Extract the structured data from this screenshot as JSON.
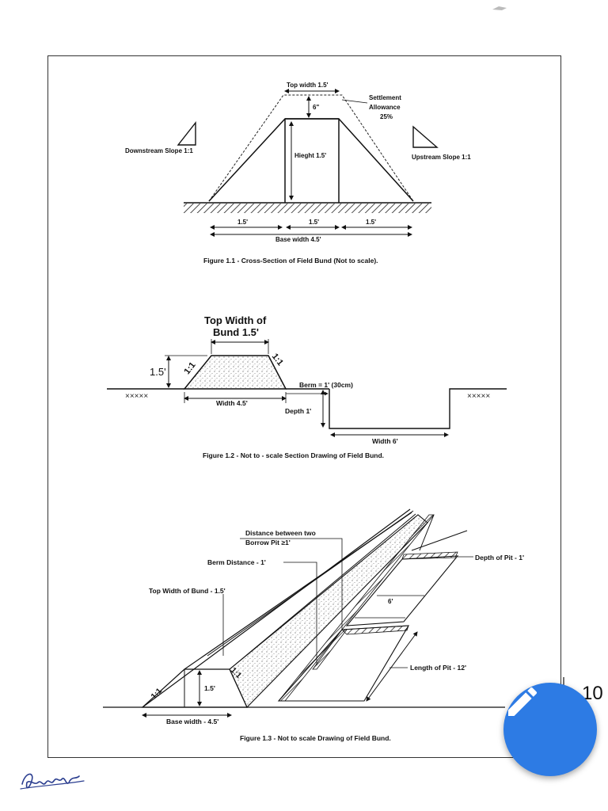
{
  "document": {
    "page_number": "10",
    "figure1": {
      "top_width": "Top width 1.5'",
      "six_inch": "6\"",
      "settlement_1": "Settlement",
      "settlement_2": "Allowance",
      "settlement_3": "25%",
      "downstream_slope": "Downstream Slope 1:1",
      "upstream_slope": "Upstream Slope 1:1",
      "height": "Hieght 1.5'",
      "seg1": "1.5'",
      "seg2": "1.5'",
      "seg3": "1.5'",
      "base_width": "Base width 4.5'",
      "caption": "Figure 1.1 - Cross-Section of Field Bund (Not to scale)."
    },
    "figure2": {
      "top_width_1": "Top Width of",
      "top_width_2": "Bund 1.5'",
      "height": "1.5'",
      "slope_left": "1:1",
      "slope_right": "1:1",
      "berm": "Berm = 1' (30cm)",
      "width": "Width 4.5'",
      "depth": "Depth 1'",
      "pit_width": "Width 6'",
      "caption": "Figure 1.2 - Not to - scale Section Drawing of Field Bund."
    },
    "figure3": {
      "distance_1": "Distance between two",
      "distance_2": "Borrow Pit ≥1'",
      "berm_distance": "Berm Distance - 1'",
      "top_width": "Top Width of Bund - 1.5'",
      "depth_of_pit": "Depth of Pit - 1'",
      "six_inch": "6'",
      "length_of_pit": "Length of Pit - 12'",
      "height": "1.5'",
      "slope_left": "1:1",
      "slope_right": "1:1",
      "base_width": "Base width - 4.5'",
      "caption": "Figure 1.3 - Not to scale Drawing of Field Bund."
    }
  },
  "actions": {
    "edit_icon": "pencil-icon"
  },
  "colors": {
    "fab": "#2d7be4",
    "ink": "#111111"
  }
}
